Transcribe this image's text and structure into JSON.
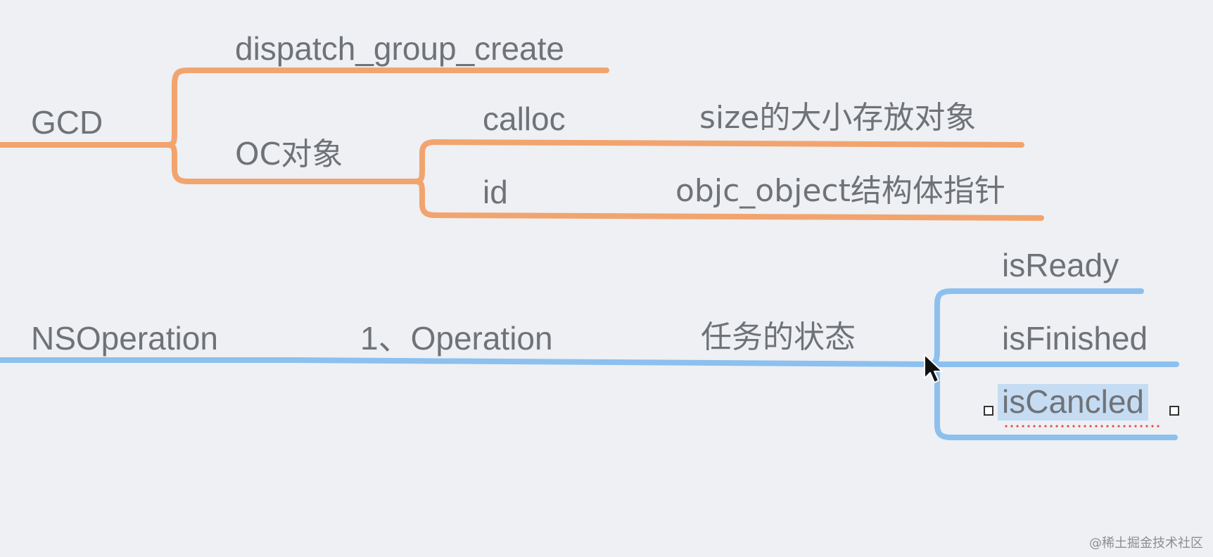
{
  "colors": {
    "gcd_branch": "#f2a46e",
    "nsop_branch": "#8cc0ee",
    "text": "#6f7378",
    "selection": "#c6dcf3"
  },
  "gcd": {
    "label": "GCD",
    "children": {
      "dispatch_group_create": "dispatch_group_create",
      "oc_object": "OC对象",
      "calloc": "calloc",
      "calloc_desc": "size的大小存放对象",
      "id": "id",
      "id_desc": "objc_object结构体指针"
    }
  },
  "nsoperation": {
    "label": "NSOperation",
    "operation": "1、Operation",
    "task_state": "任务的状态",
    "states": {
      "is_ready": "isReady",
      "is_finished": "isFinished",
      "is_cancled": "isCancled"
    }
  },
  "watermark": "@稀土掘金技术社区",
  "cursor_icon": "mouse-pointer-icon"
}
